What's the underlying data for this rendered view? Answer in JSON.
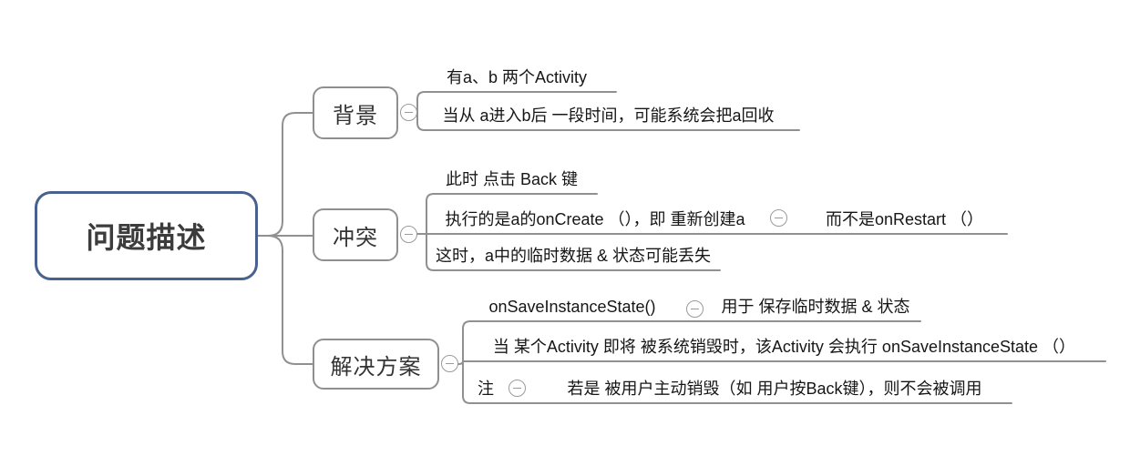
{
  "colors": {
    "root_border": "#49618f",
    "branch_border": "#8f8f8f",
    "connector_line": "#909090",
    "text": "#161616",
    "background": "#ffffff"
  },
  "icons": {
    "collapse_glyph": "−"
  },
  "root": {
    "label": "问题描述"
  },
  "branches": [
    {
      "label": "背景",
      "children": [
        {
          "text": "有a、b 两个Activity"
        },
        {
          "text": "当从 a进入b后 一段时间，可能系统会把a回收"
        }
      ]
    },
    {
      "label": "冲突",
      "children": [
        {
          "text": "此时 点击 Back 键"
        },
        {
          "text": "执行的是a的onCreate （），即 重新创建a",
          "sub": "而不是onRestart （）"
        },
        {
          "text": "这时，a中的临时数据 & 状态可能丢失"
        }
      ]
    },
    {
      "label": "解决方案",
      "children": [
        {
          "text": "onSaveInstanceState()",
          "sub": "用于 保存临时数据 & 状态"
        },
        {
          "text": "当 某个Activity 即将 被系统销毁时，该Activity 会执行 onSaveInstanceState （）"
        },
        {
          "text": "注",
          "sub": "若是 被用户主动销毁（如 用户按Back键），则不会被调用"
        }
      ]
    }
  ]
}
